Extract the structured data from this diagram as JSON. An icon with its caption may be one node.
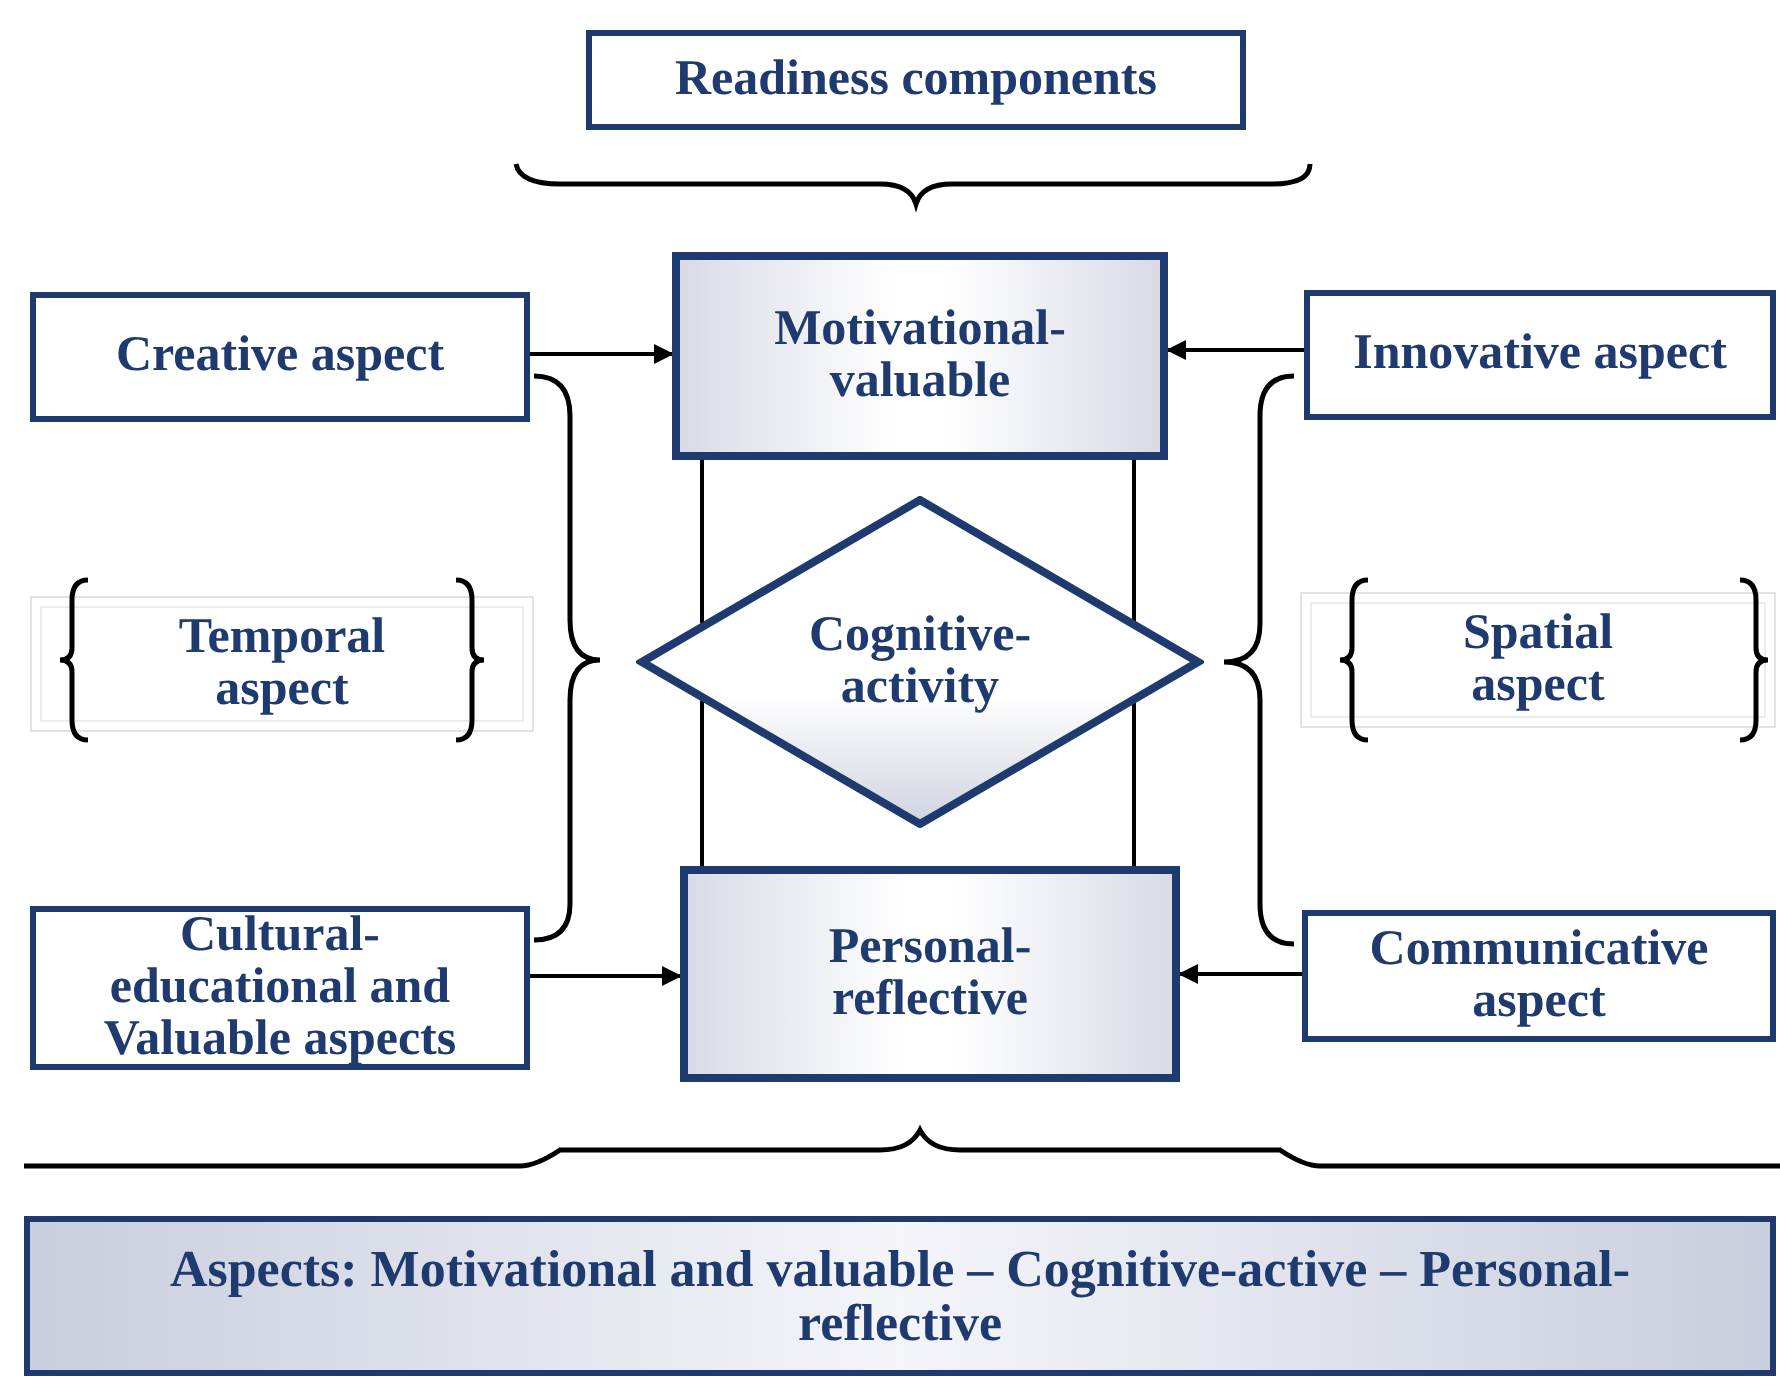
{
  "diagram": {
    "nodes": [
      {
        "text": [
          "Readiness components"
        ]
      },
      {
        "text": [
          "Creative aspect"
        ]
      },
      {
        "text": [
          "Motivational-valuable"
        ]
      },
      {
        "text": [
          "Innovative aspect"
        ]
      },
      {
        "text": [
          "Temporal aspect"
        ]
      },
      {
        "text": [
          "Cognitive-activity"
        ]
      },
      {
        "text": [
          "Spatial aspect"
        ]
      },
      {
        "text": [
          "Cultural-educational and Valuable aspects"
        ]
      },
      {
        "text": [
          "Personal-reflective"
        ]
      },
      {
        "text": [
          "Communicative aspect"
        ]
      },
      {
        "text": [
          "Aspects: Motivational and valuable – Cognitive-active – Personal-reflective"
        ]
      }
    ],
    "edges": [
      {
        "from": 1,
        "to": 2,
        "arrow": "to"
      },
      {
        "from": 3,
        "to": 2,
        "arrow": "to"
      },
      {
        "from": 7,
        "to": 8,
        "arrow": "to"
      },
      {
        "from": 9,
        "to": 8,
        "arrow": "to"
      },
      {
        "from": 2,
        "to": 5,
        "arrow": "none"
      },
      {
        "from": 5,
        "to": 8,
        "arrow": "none"
      },
      {
        "from": 2,
        "to": 5,
        "arrow": "none"
      },
      {
        "from": 5,
        "to": 8,
        "arrow": "none"
      }
    ]
  }
}
